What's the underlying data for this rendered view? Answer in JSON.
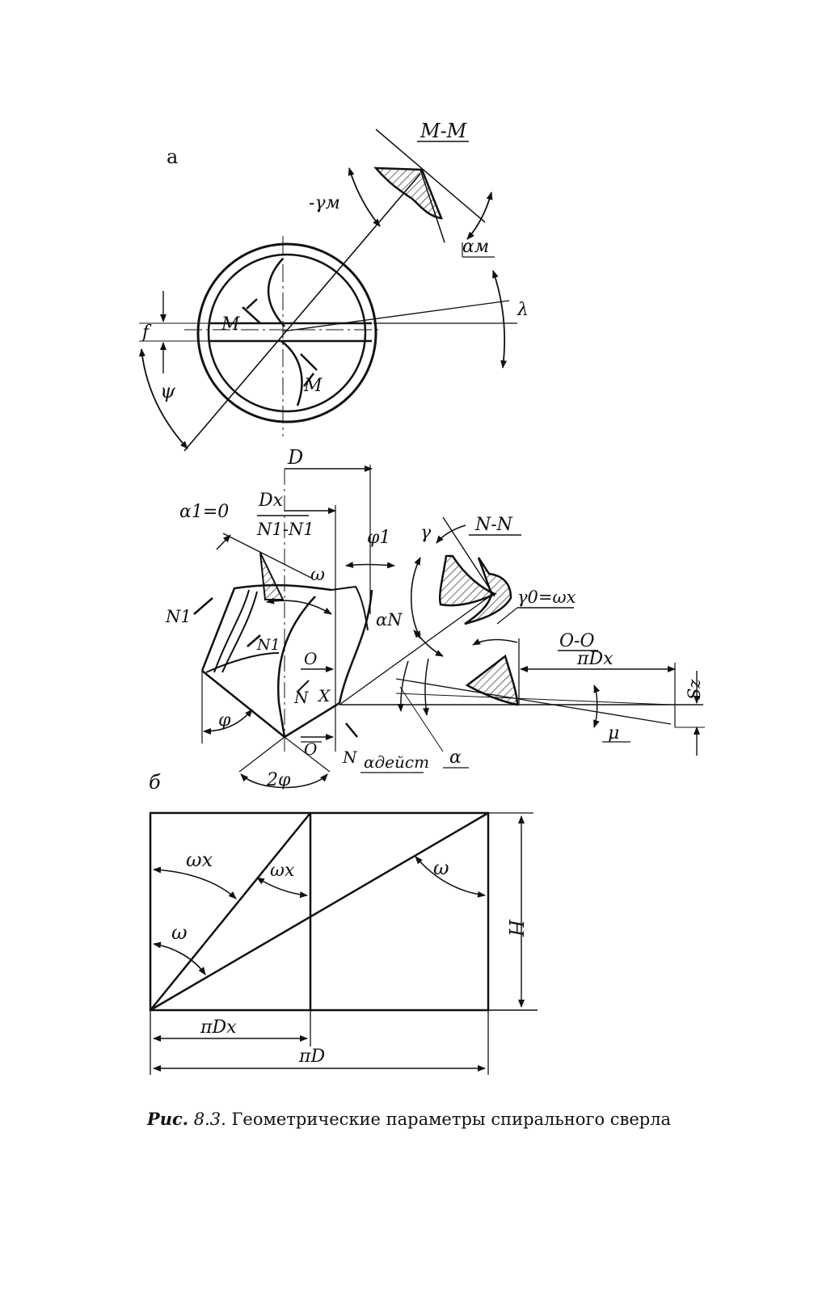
{
  "figure": {
    "caption_prefix": "Рис.",
    "caption_number": "8.3.",
    "caption_text": "Геометрические параметры спирального сверла"
  },
  "part_a": {
    "panel_label": "а",
    "section_mm": "М-М",
    "gamma_m": "-γм",
    "alpha_m": "αм",
    "lambda": "λ",
    "f": "f",
    "psi": "ψ",
    "m_top": "М",
    "m_bottom": "М"
  },
  "middle": {
    "D": "D",
    "Dx": "Dx",
    "alpha1": "α1=0",
    "section_n1": "N1-N1",
    "phi1": "φ1",
    "omega": "ω",
    "n1_left": "N1",
    "n1_inner": "N1",
    "o_top": "О",
    "n_mid": "N",
    "x_mid": "X",
    "phi": "φ",
    "o_bottom": "О",
    "n_bottom": "N",
    "two_phi": "2φ",
    "gamma": "γ",
    "section_nn": "N-N",
    "gamma0": "γ0=ωx",
    "alpha_n": "αN",
    "section_oo": "О-О",
    "pi_dx": "πDx",
    "sz": "Sz",
    "mu": "μ",
    "alpha_eff": "αдейст",
    "alpha": "α"
  },
  "part_b": {
    "panel_label": "б",
    "omega_x_outer": "ωx",
    "omega_x_inner": "ωx",
    "omega_left": "ω",
    "omega_right": "ω",
    "H": "H",
    "pi_dx": "πDx",
    "pi_d": "πD"
  }
}
